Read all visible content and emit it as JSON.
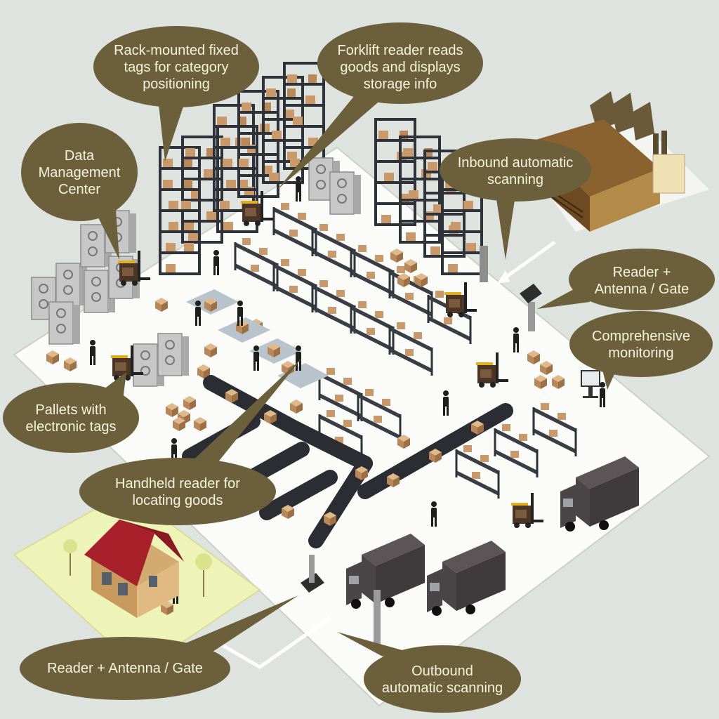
{
  "colors": {
    "background": "#dfe3df",
    "floor": "#fbfbf9",
    "callout": "#6b5f3c",
    "callout_text": "#f7f3dc",
    "rack": "#3a3d44",
    "box": "#c9996b",
    "truck": "#4a4547",
    "factory_roof": "#8a6230",
    "house_roof": "#a8202a",
    "lawn": "#eef3b8"
  },
  "callouts": {
    "rack_tags": {
      "lines": [
        "Rack-mounted fixed",
        "tags for category",
        "positioning"
      ]
    },
    "forklift_reader": {
      "lines": [
        "Forklift reader reads",
        "goods and displays",
        "storage info"
      ]
    },
    "data_center": {
      "lines": [
        "Data",
        "Management",
        "Center"
      ]
    },
    "inbound_scanning": {
      "lines": [
        "Inbound automatic",
        "scanning"
      ]
    },
    "reader_gate_inbound": {
      "lines": [
        "Reader +",
        "Antenna / Gate"
      ]
    },
    "monitoring": {
      "lines": [
        "Comprehensive",
        "monitoring"
      ]
    },
    "pallet_tags": {
      "lines": [
        "Pallets with",
        "electronic tags"
      ]
    },
    "handheld_reader": {
      "lines": [
        "Handheld reader for",
        "locating goods"
      ]
    },
    "reader_gate_outbound": {
      "lines": [
        "Reader + Antenna / Gate"
      ]
    },
    "outbound_scanning": {
      "lines": [
        "Outbound",
        "automatic scanning"
      ]
    }
  },
  "icons": {
    "server": "server-icon",
    "forklift": "forklift-icon",
    "truck": "truck-icon",
    "reader": "reader-icon",
    "monitor": "monitor-icon",
    "factory": "factory-icon",
    "house": "house-icon",
    "person": "person-icon"
  }
}
